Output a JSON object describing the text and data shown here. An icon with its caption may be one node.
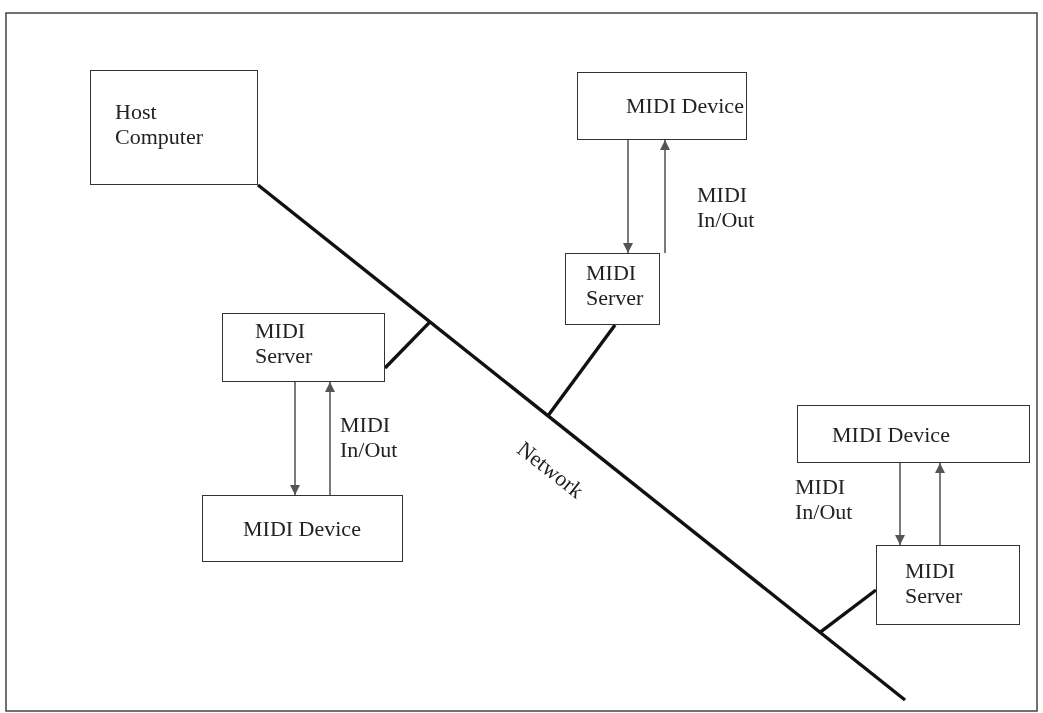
{
  "diagram": {
    "nodes": [
      {
        "text": [
          "Host Computer"
        ]
      },
      {
        "text": [
          "MIDI Device"
        ]
      },
      {
        "text": [
          "MIDI Server"
        ]
      },
      {
        "text": [
          "MIDI Server"
        ]
      },
      {
        "text": [
          "MIDI Device"
        ]
      },
      {
        "text": [
          "MIDI Device"
        ]
      },
      {
        "text": [
          "MIDI Server"
        ]
      }
    ],
    "edges": [
      {
        "from": 0,
        "to": null,
        "arrow": "none",
        "label": "Network",
        "style": "thick"
      },
      {
        "from": 3,
        "to": null,
        "arrow": "none",
        "style": "thick"
      },
      {
        "from": 2,
        "to": null,
        "arrow": "none",
        "style": "thick"
      },
      {
        "from": 6,
        "to": null,
        "arrow": "none",
        "style": "thick"
      },
      {
        "from": 1,
        "to": 2,
        "arrow": "to"
      },
      {
        "from": 2,
        "to": 1,
        "arrow": "to",
        "label": "MIDI In/Out"
      },
      {
        "from": 3,
        "to": 4,
        "arrow": "to"
      },
      {
        "from": 4,
        "to": 3,
        "arrow": "to",
        "label": "MIDI In/Out"
      },
      {
        "from": 5,
        "to": 6,
        "arrow": "to",
        "label": "MIDI In/Out"
      },
      {
        "from": 6,
        "to": 5,
        "arrow": "to"
      }
    ]
  }
}
